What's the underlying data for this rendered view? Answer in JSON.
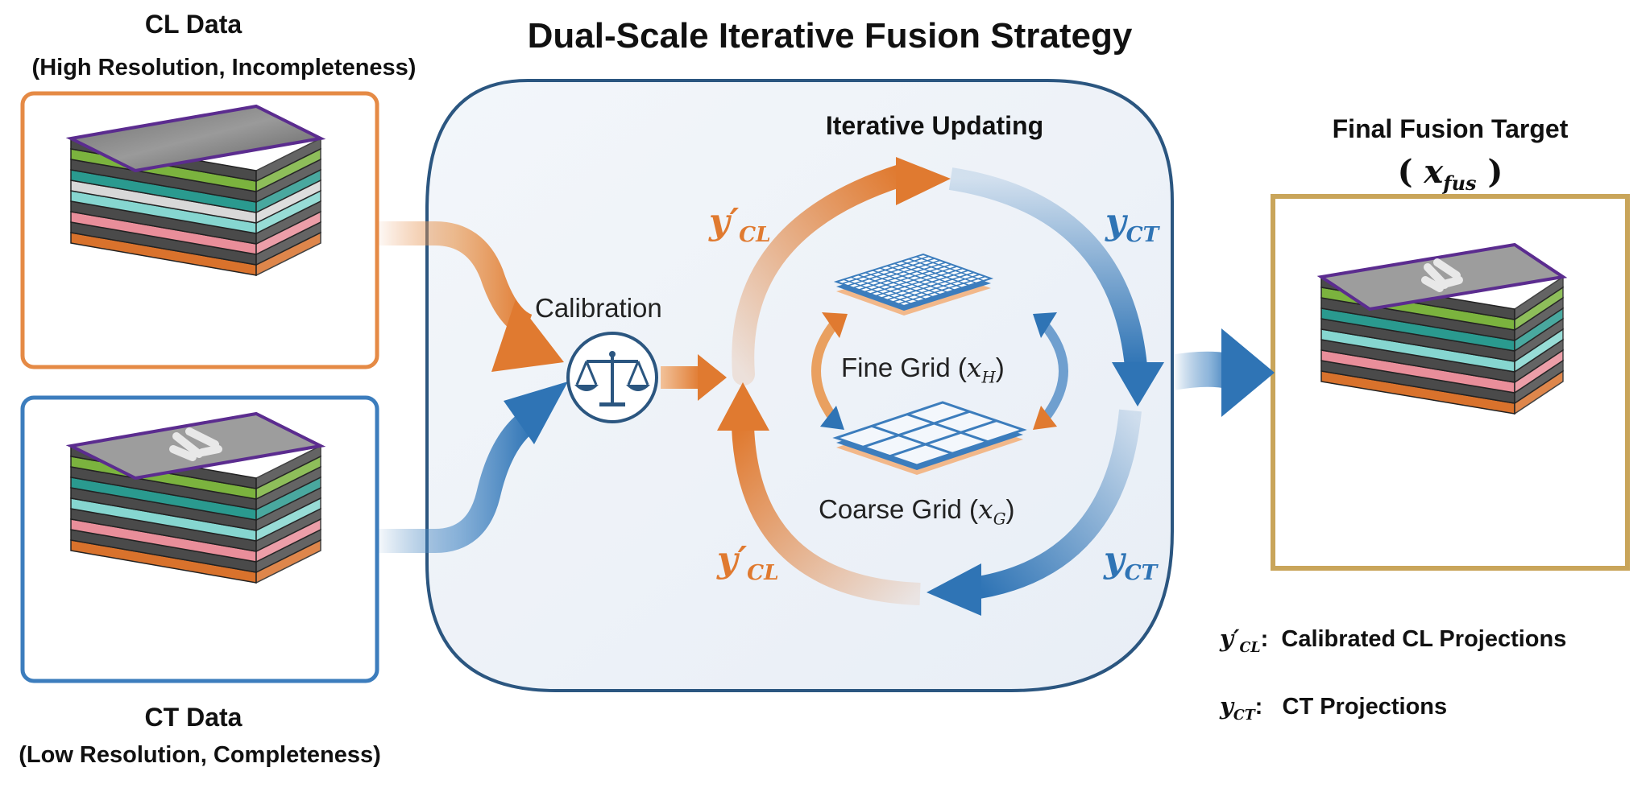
{
  "title": "Dual-Scale Iterative Fusion Strategy",
  "cl_data": {
    "label": "CL Data",
    "sublabel": "(High Resolution, Incompleteness)"
  },
  "ct_data": {
    "label": "CT Data",
    "sublabel": "(Low Resolution, Completeness)"
  },
  "calibration": {
    "label": "Calibration",
    "icon": "balance-scale-icon"
  },
  "iterative": {
    "label": "Iterative Updating"
  },
  "fine_grid": {
    "label": "Fine Grid",
    "symbol": "x",
    "sub": "H"
  },
  "coarse_grid": {
    "label": "Coarse Grid",
    "symbol": "x",
    "sub": "G"
  },
  "loop_labels": {
    "y_cl": {
      "base": "y′",
      "sub": "CL"
    },
    "y_ct": {
      "base": "y",
      "sub": "CT"
    }
  },
  "final": {
    "label": "Final Fusion Target",
    "symbol": "x",
    "sub": "fus"
  },
  "legend": [
    {
      "base": "y′",
      "sub": "CL",
      "sep": ":",
      "text": "Calibrated CL Projections"
    },
    {
      "base": "y",
      "sub": "CT",
      "sep": ":",
      "text": "CT Projections"
    }
  ],
  "colors": {
    "orange": "#E07A30",
    "blue": "#2F74B5",
    "gold": "#C9A55A",
    "panel_fill": "#EEF3F9",
    "panel_stroke": "#2B5680"
  }
}
